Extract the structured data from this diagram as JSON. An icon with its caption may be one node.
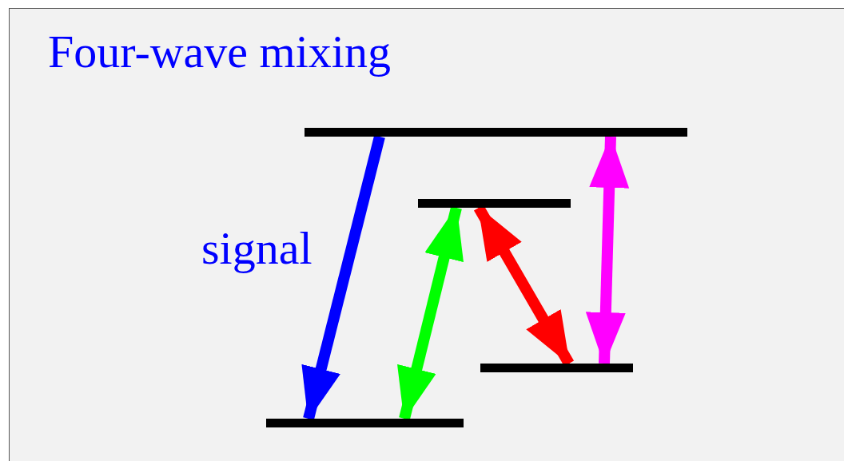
{
  "diagram": {
    "title": "Four-wave mixing",
    "nodes": [
      {
        "text": [],
        "shape": "bar"
      },
      {
        "text": [],
        "shape": "bar"
      },
      {
        "text": [],
        "shape": "bar"
      },
      {
        "text": [],
        "shape": "bar"
      }
    ],
    "edges": [
      {
        "from": 0,
        "to": 3,
        "arrow": "to",
        "label": "signal",
        "color": "#0000ff"
      },
      {
        "from": 3,
        "to": 1,
        "arrow": "both",
        "color": "#00ff00"
      },
      {
        "from": 1,
        "to": 2,
        "arrow": "both",
        "color": "#ff0000"
      },
      {
        "from": 0,
        "to": 2,
        "arrow": "both",
        "color": "#ff00ff"
      }
    ]
  }
}
